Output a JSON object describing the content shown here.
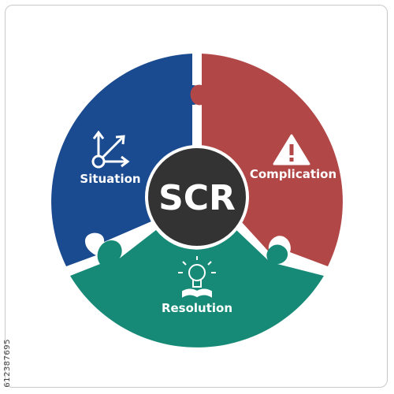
{
  "diagram": {
    "center_title": "SCR",
    "segments": [
      {
        "label": "Situation",
        "color": "#1a4a8f",
        "icon": "arrows-icon"
      },
      {
        "label": "Complication",
        "color": "#b24747",
        "icon": "warning-icon"
      },
      {
        "label": "Resolution",
        "color": "#178a77",
        "icon": "lightbulb-book-icon"
      }
    ],
    "center_color": "#333333"
  },
  "stock_id": "612387695"
}
